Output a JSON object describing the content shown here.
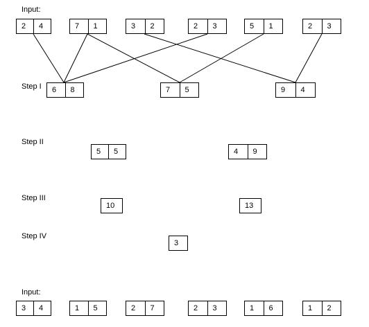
{
  "labels": {
    "input_top": "Input:",
    "step1": "Step I",
    "step2": "Step II",
    "step3": "Step III",
    "step4": "Step IV",
    "input_bottom": "Input:"
  },
  "input_top": [
    [
      "2",
      "4"
    ],
    [
      "7",
      "1"
    ],
    [
      "3",
      "2"
    ],
    [
      "2",
      "3"
    ],
    [
      "5",
      "1"
    ],
    [
      "2",
      "3"
    ]
  ],
  "step1": [
    [
      "6",
      "8"
    ],
    [
      "7",
      "5"
    ],
    [
      "9",
      "4"
    ]
  ],
  "step2": [
    [
      "5",
      "5"
    ],
    [
      "4",
      "9"
    ]
  ],
  "step3": [
    [
      "10"
    ],
    [
      "13"
    ]
  ],
  "step4": [
    [
      "3"
    ]
  ],
  "input_bottom": [
    [
      "3",
      "4"
    ],
    [
      "1",
      "5"
    ],
    [
      "2",
      "7"
    ],
    [
      "2",
      "3"
    ],
    [
      "1",
      "6"
    ],
    [
      "1",
      "2"
    ]
  ]
}
